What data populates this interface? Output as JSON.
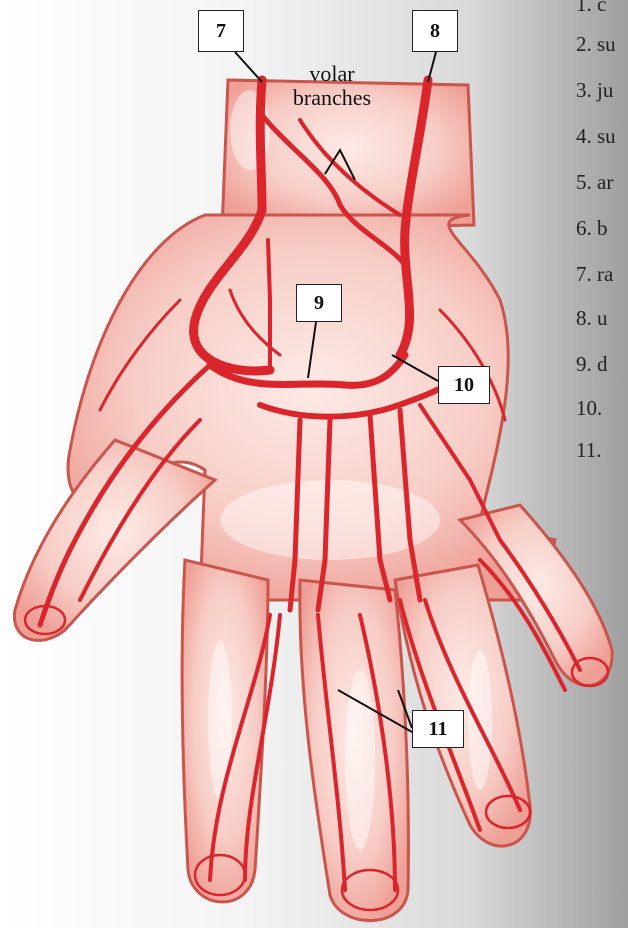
{
  "callouts": {
    "radial": "7",
    "ulnar": "8",
    "deep_arch": "9",
    "palmar_metacarpal": "10",
    "digital": "11"
  },
  "annotation": {
    "line1": "volar",
    "line2": "branches"
  },
  "legend": {
    "items": [
      "1. c",
      "2. su",
      "3. ju",
      "4. su",
      "5. ar",
      "6. b",
      "7. ra",
      "8. u",
      "9. d",
      "10.",
      "11."
    ]
  },
  "colors": {
    "artery": "#d9252b",
    "skin": "#f6c9c2",
    "skin_light": "#fdeae6",
    "outline": "#b8443e"
  }
}
